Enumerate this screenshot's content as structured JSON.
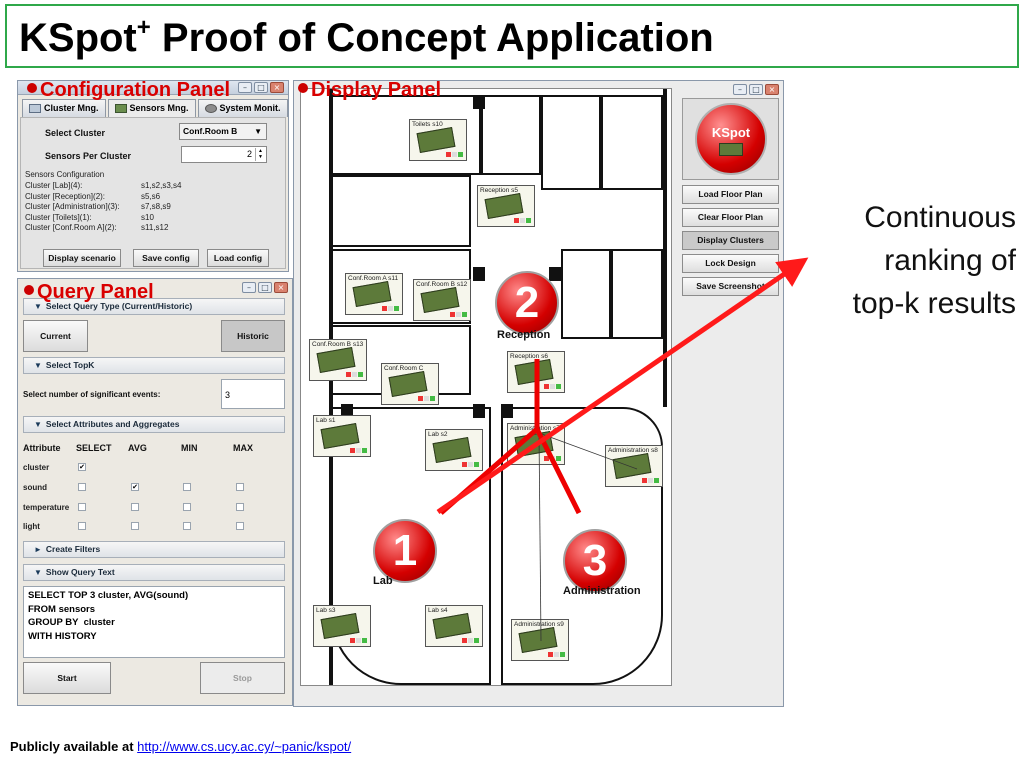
{
  "slide": {
    "title_main": "KSpot",
    "title_sup": "+",
    "title_rest": " Proof of Concept Application"
  },
  "labels": {
    "configuration_panel": "Configuration Panel",
    "display_panel": "Display Panel",
    "query_panel": "Query Panel"
  },
  "config_panel": {
    "tabs": [
      "Cluster Mng.",
      "Sensors Mng.",
      "System Monit."
    ],
    "select_cluster_label": "Select Cluster",
    "select_cluster_value": "Conf.Room B",
    "sensors_per_cluster_label": "Sensors Per Cluster",
    "sensors_per_cluster_value": "2",
    "sensors_configuration_heading": "Sensors Configuration",
    "clusters": [
      {
        "name": "Cluster [Lab](4):",
        "sensors": "s1,s2,s3,s4"
      },
      {
        "name": "Cluster [Reception](2):",
        "sensors": "s5,s6"
      },
      {
        "name": "Cluster [Administration](3):",
        "sensors": "s7,s8,s9"
      },
      {
        "name": "Cluster [Toilets](1):",
        "sensors": "s10"
      },
      {
        "name": "Cluster [Conf.Room A](2):",
        "sensors": "s11,s12"
      }
    ],
    "buttons": [
      "Display scenario",
      "Save config",
      "Load config"
    ]
  },
  "query_panel": {
    "section_query_type": "Select Query Type (Current/Historic)",
    "current_label": "Current",
    "historic_label": "Historic",
    "section_topk": "Select TopK",
    "topk_label": "Select number of significant events:",
    "topk_value": "3",
    "section_attributes": "Select Attributes and Aggregates",
    "attr_headers": [
      "Attribute",
      "SELECT",
      "AVG",
      "MIN",
      "MAX"
    ],
    "attributes": [
      {
        "name": "cluster",
        "select": true,
        "avg": false,
        "min": false,
        "max": false
      },
      {
        "name": "sound",
        "select": false,
        "avg": true,
        "min": false,
        "max": false
      },
      {
        "name": "temperature",
        "select": false,
        "avg": false,
        "min": false,
        "max": false
      },
      {
        "name": "light",
        "select": false,
        "avg": false,
        "min": false,
        "max": false
      }
    ],
    "section_filters": "Create Filters",
    "section_query_text": "Show Query Text",
    "query_text": "SELECT TOP 3 cluster, AVG(sound)\nFROM sensors\nGROUP BY  cluster\nWITH HISTORY",
    "start_label": "Start",
    "stop_label": "Stop"
  },
  "display_panel": {
    "logo_text": "KSpot",
    "buttons": [
      "Load Floor Plan",
      "Clear Floor Plan",
      "Display Clusters",
      "Lock Design",
      "Save Screenshot"
    ],
    "selected_button": "Display Clusters",
    "ranks": [
      {
        "rank": "1",
        "zone": "Lab"
      },
      {
        "rank": "2",
        "zone": "Reception"
      },
      {
        "rank": "3",
        "zone": "Administration"
      }
    ],
    "sensor_labels": [
      "Toilets s10",
      "Reception s5",
      "Conf.Room A s11",
      "Conf.Room B s12",
      "Conf.Room B s13",
      "Conf.Room C",
      "Reception s6",
      "Lab s1",
      "Lab s2",
      "Administration s7",
      "Administration s8",
      "Lab s3",
      "Lab s4",
      "Administration s9"
    ]
  },
  "annotation": {
    "line1": "Continuous",
    "line2": "ranking of",
    "line3": "top-k results"
  },
  "footer": {
    "prefix": "Publicly available at ",
    "link": "http://www.cs.ucy.ac.cy/~panic/kspot/"
  },
  "colors": {
    "accent_red": "#d90000",
    "title_border": "#2fa84a",
    "arrow": "#ff1a1a"
  }
}
